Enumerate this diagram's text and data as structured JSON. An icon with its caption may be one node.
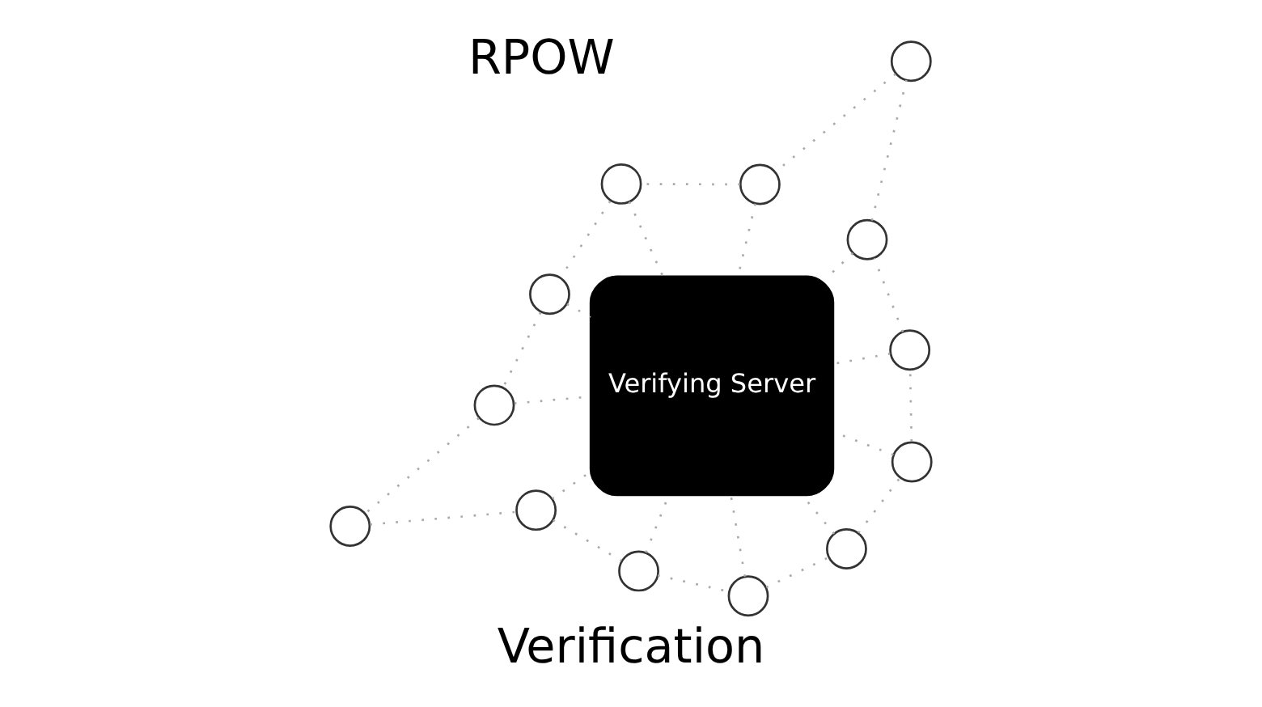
{
  "diagram": {
    "title": "RPOW",
    "caption": "Verification",
    "nodes": [
      {
        "text": [
          "Verifying Server"
        ]
      },
      {
        "text": [],
        "shape": "circle"
      },
      {
        "text": [],
        "shape": "circle"
      },
      {
        "text": [],
        "shape": "circle"
      },
      {
        "text": [],
        "shape": "circle"
      },
      {
        "text": [],
        "shape": "circle"
      },
      {
        "text": [],
        "shape": "circle"
      },
      {
        "text": [],
        "shape": "circle"
      },
      {
        "text": [],
        "shape": "circle"
      },
      {
        "text": [],
        "shape": "circle"
      },
      {
        "text": [],
        "shape": "circle"
      },
      {
        "text": [],
        "shape": "circle"
      },
      {
        "text": [],
        "shape": "circle"
      },
      {
        "text": [],
        "shape": "circle"
      }
    ],
    "edges": [
      {
        "from": 1,
        "to": 2,
        "arrow": "none",
        "style": "dashed"
      },
      {
        "from": 2,
        "to": 3,
        "arrow": "none",
        "style": "dashed"
      },
      {
        "from": 3,
        "to": 4,
        "arrow": "none",
        "style": "dashed"
      },
      {
        "from": 4,
        "to": 5,
        "arrow": "none",
        "style": "dashed"
      },
      {
        "from": 5,
        "to": 6,
        "arrow": "none",
        "style": "dashed"
      },
      {
        "from": 6,
        "to": 7,
        "arrow": "none",
        "style": "dashed"
      },
      {
        "from": 7,
        "to": 8,
        "arrow": "none",
        "style": "dashed"
      },
      {
        "from": 8,
        "to": 9,
        "arrow": "none",
        "style": "dashed"
      },
      {
        "from": 9,
        "to": 10,
        "arrow": "none",
        "style": "dashed"
      },
      {
        "from": 10,
        "to": 11,
        "arrow": "none",
        "style": "dashed"
      },
      {
        "from": 11,
        "to": 12,
        "arrow": "none",
        "style": "dashed"
      },
      {
        "from": 12,
        "to": 13,
        "arrow": "none",
        "style": "dashed"
      },
      {
        "from": 13,
        "to": 1,
        "arrow": "none",
        "style": "dashed"
      },
      {
        "from": 1,
        "to": 0,
        "arrow": "none",
        "style": "dashed"
      },
      {
        "from": 2,
        "to": 0,
        "arrow": "none",
        "style": "dashed"
      },
      {
        "from": 3,
        "to": 0,
        "arrow": "none",
        "style": "dashed"
      },
      {
        "from": 5,
        "to": 0,
        "arrow": "none",
        "style": "dashed"
      },
      {
        "from": 6,
        "to": 0,
        "arrow": "none",
        "style": "dashed"
      },
      {
        "from": 7,
        "to": 0,
        "arrow": "none",
        "style": "dashed"
      },
      {
        "from": 8,
        "to": 0,
        "arrow": "none",
        "style": "dashed"
      },
      {
        "from": 9,
        "to": 0,
        "arrow": "none",
        "style": "dashed"
      },
      {
        "from": 10,
        "to": 0,
        "arrow": "none",
        "style": "dashed"
      },
      {
        "from": 11,
        "to": 0,
        "arrow": "none",
        "style": "dashed"
      },
      {
        "from": 13,
        "to": 0,
        "arrow": "none",
        "style": "dashed"
      }
    ]
  }
}
